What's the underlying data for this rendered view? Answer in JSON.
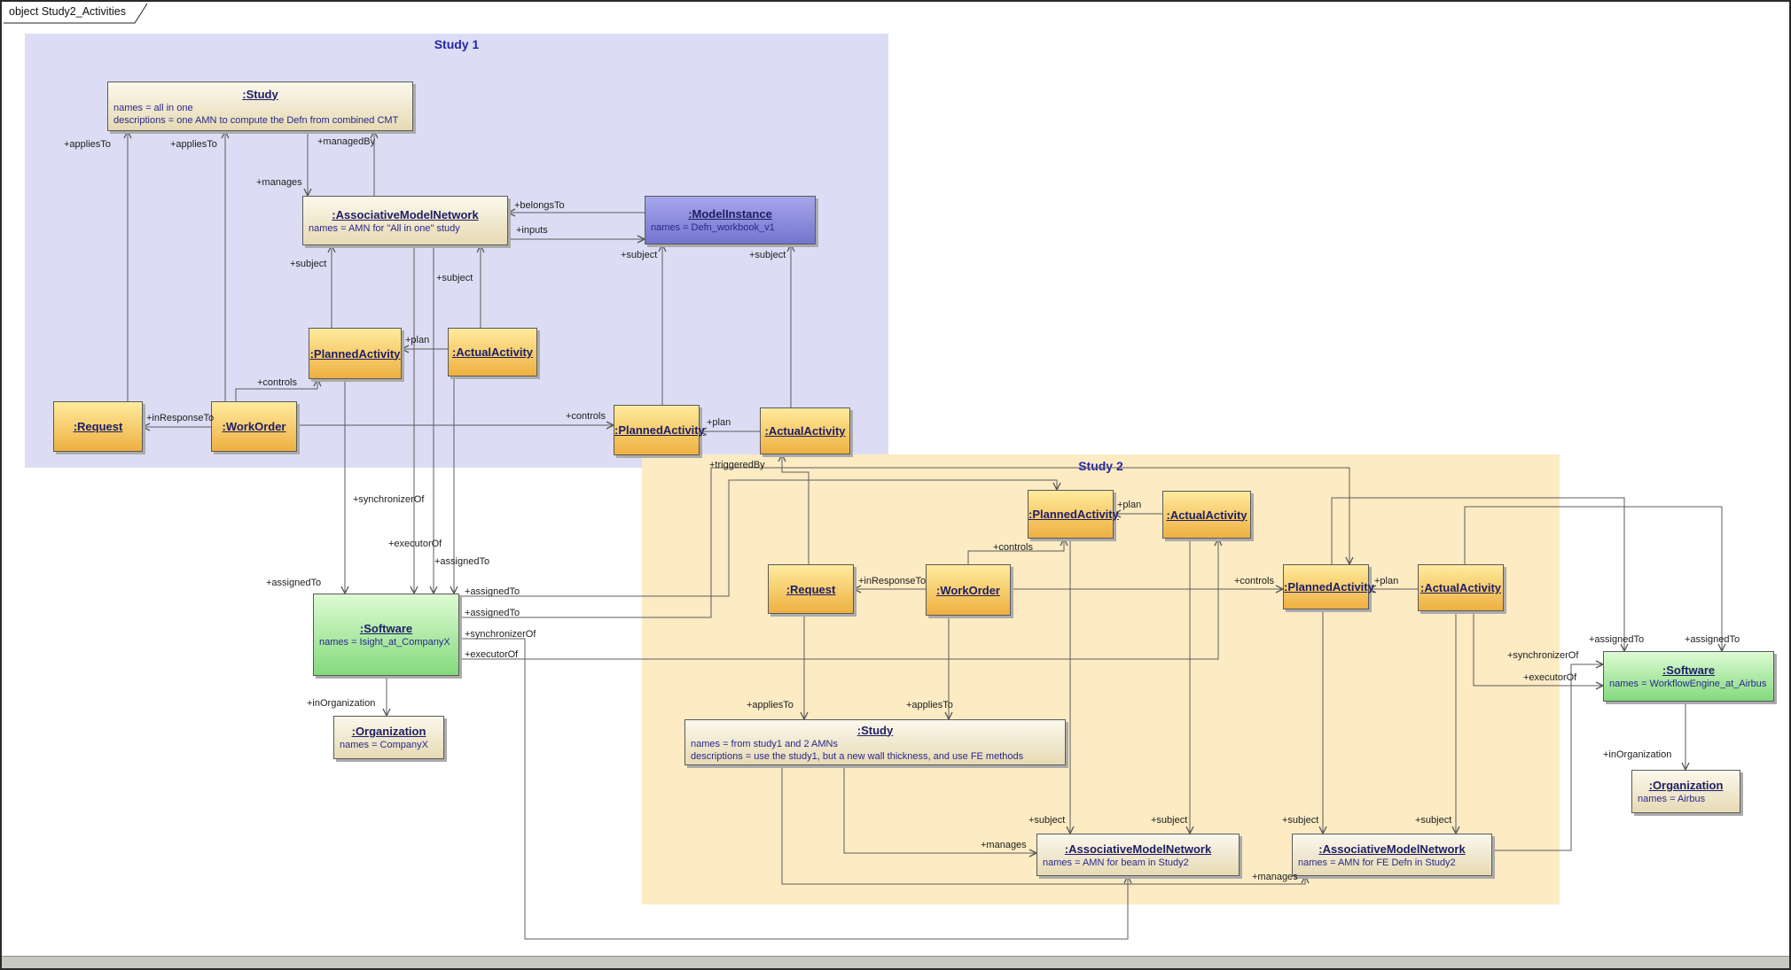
{
  "frame": {
    "tab_title": "object Study2_Activities"
  },
  "regions": [
    {
      "label": "Study 1"
    },
    {
      "label": "Study 2"
    }
  ],
  "palette": {
    "region_study1": "#dcddf5",
    "region_study2": "#fcebc3",
    "object_yellow": "#f5c24d",
    "object_green": "#8ede85",
    "object_blue": "#8585d8",
    "object_beige": "#eee3c3"
  },
  "nodes": [
    {
      "title": ":Study",
      "line1": "names = all in one",
      "line2": "descriptions = one AMN to compute the Defn from combined CMT"
    },
    {
      "title": ":AssociativeModelNetwork",
      "line1": "names = AMN for \"All in one\" study"
    },
    {
      "title": ":ModelInstance",
      "line1": "names = Defn_workbook_v1"
    },
    {
      "title": ":PlannedActivity"
    },
    {
      "title": ":ActualActivity"
    },
    {
      "title": ":Request"
    },
    {
      "title": ":WorkOrder"
    },
    {
      "title": ":PlannedActivity"
    },
    {
      "title": ":ActualActivity"
    },
    {
      "title": ":Software",
      "line1": "names = Isight_at_CompanyX"
    },
    {
      "title": ":Organization",
      "line1": "names = CompanyX"
    },
    {
      "title": ":PlannedActivity"
    },
    {
      "title": ":ActualActivity"
    },
    {
      "title": ":Request"
    },
    {
      "title": ":WorkOrder"
    },
    {
      "title": ":PlannedActivity"
    },
    {
      "title": ":ActualActivity"
    },
    {
      "title": ":Study",
      "line1": "names = from study1 and 2 AMNs",
      "line2": "descriptions = use the study1, but a new wall thickness, and use FE methods"
    },
    {
      "title": ":AssociativeModelNetwork",
      "line1": "names = AMN for beam in Study2"
    },
    {
      "title": ":AssociativeModelNetwork",
      "line1": "names = AMN for FE Defn in Study2"
    },
    {
      "title": ":Software",
      "line1": "names = WorkflowEngine_at_Airbus"
    },
    {
      "title": ":Organization",
      "line1": "names = Airbus"
    }
  ],
  "edge_labels": [
    "+manages",
    "+managedBy",
    "+appliesTo",
    "+appliesTo",
    "+subject",
    "+subject",
    "+plan",
    "+inResponseTo",
    "+controls",
    "+controls",
    "+plan",
    "+subject",
    "+subject",
    "+belongsTo",
    "+inputs",
    "+assignedTo",
    "+synchronizerOf",
    "+assignedTo",
    "+executorOf",
    "+inOrganization",
    "+triggeredBy",
    "+plan",
    "+controls",
    "+inResponseTo",
    "+controls",
    "+plan",
    "+appliesTo",
    "+appliesTo",
    "+subject",
    "+subject",
    "+subject",
    "+subject",
    "+manages",
    "+manages",
    "+assignedTo",
    "+assignedTo",
    "+synchronizerOf",
    "+executorOf",
    "+assignedTo",
    "+assignedTo",
    "+synchronizerOf",
    "+executorOf",
    "+inOrganization"
  ]
}
